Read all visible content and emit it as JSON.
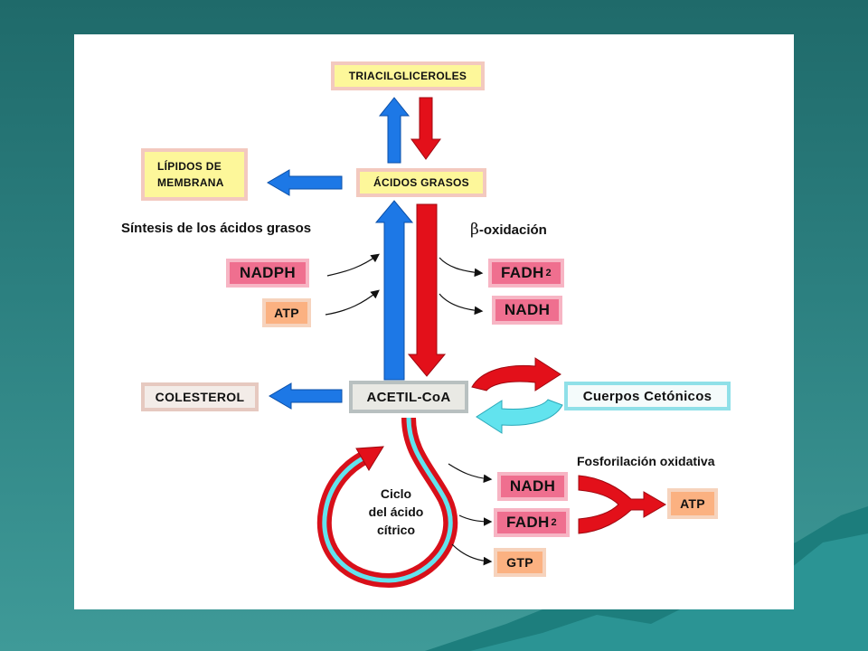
{
  "boxes": {
    "triacilgliceroles": "TRIACILGLICEROLES",
    "acidos_grasos": "ÁCIDOS GRASOS",
    "lipidos_membrana_line1": "LÍPIDOS DE",
    "lipidos_membrana_line2": "MEMBRANA",
    "nadph": "NADPH",
    "atp_left": "ATP",
    "fadh2_beta": "FADH",
    "nadh_beta": "NADH",
    "colesterol": "COLESTEROL",
    "acetil_coa": "ACETIL-CoA",
    "cuerpos_cetonicos": "Cuerpos Cetónicos",
    "nadh_cycle": "NADH",
    "fadh2_cycle": "FADH",
    "gtp": "GTP",
    "atp_right": "ATP",
    "subscript_2": "2"
  },
  "labels": {
    "sintesis": "Síntesis de los ácidos grasos",
    "beta_symbol": "β",
    "beta_oxidacion": "-oxidación",
    "fosforilacion": "Fosforilación oxidativa",
    "ciclo_line1": "Ciclo",
    "ciclo_line2": "del ácido",
    "ciclo_line3": "cítrico"
  },
  "colors": {
    "synthesis_arrow": "#1d78e6",
    "degradation_arrow": "#e3101a",
    "ketone_return_arrow": "#62e3ee",
    "background": "#2c8080",
    "panel": "#ffffff"
  }
}
